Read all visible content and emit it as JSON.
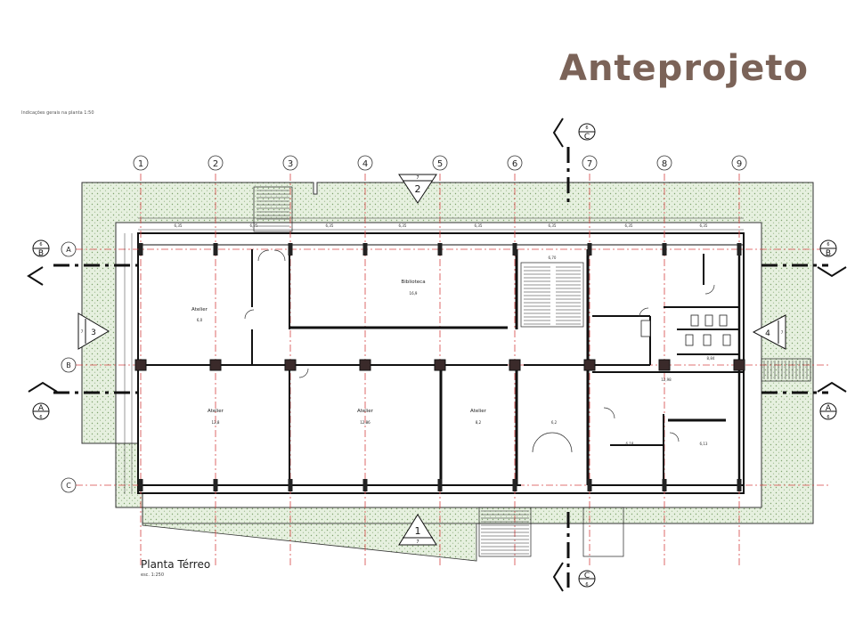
{
  "slide": {
    "title": "Anteprojeto"
  },
  "header_note": "Indicações gerais na planta 1:50",
  "plan": {
    "title": "Planta Térreo",
    "scale": "esc. 1:250",
    "grid_columns": [
      "1",
      "2",
      "3",
      "4",
      "5",
      "6",
      "7",
      "8",
      "9"
    ],
    "grid_rows": [
      "A",
      "B",
      "C"
    ],
    "rooms": {
      "atelier_top": "Atelier",
      "atelier_top_area": "6,0",
      "biblioteca": "Biblioteca",
      "biblioteca_area": "16,9",
      "atelier_1": "Atelier",
      "atelier_1_area": "12,8",
      "atelier_2": "Atelier",
      "atelier_2_area": "12,86",
      "atelier_3": "Atelier",
      "atelier_3_area": "8,2"
    },
    "dims": {
      "bay": "6,35",
      "right_bay": "6,35",
      "corridor": "12,98",
      "wc": "8,84",
      "right_room_1": "6,18",
      "right_room_2": "6,13",
      "stair": "6,70",
      "corridor_mid": "6,2"
    },
    "section_markers": {
      "top": {
        "number": "2",
        "sheet": "7"
      },
      "left": {
        "number": "3",
        "sheet": "7"
      },
      "right": {
        "number": "4",
        "sheet": "7"
      },
      "bottom": {
        "number": "1",
        "sheet": "7"
      },
      "cut_A": {
        "label": "A",
        "sheet": "6"
      },
      "cut_B": {
        "label": "B",
        "sheet": "6"
      },
      "cut_C": {
        "label": "C",
        "sheet": "6"
      }
    }
  },
  "colors": {
    "title": "#7b6358",
    "axis": "#d64545",
    "hatch": "#cfe3c4",
    "wall": "#111111"
  }
}
